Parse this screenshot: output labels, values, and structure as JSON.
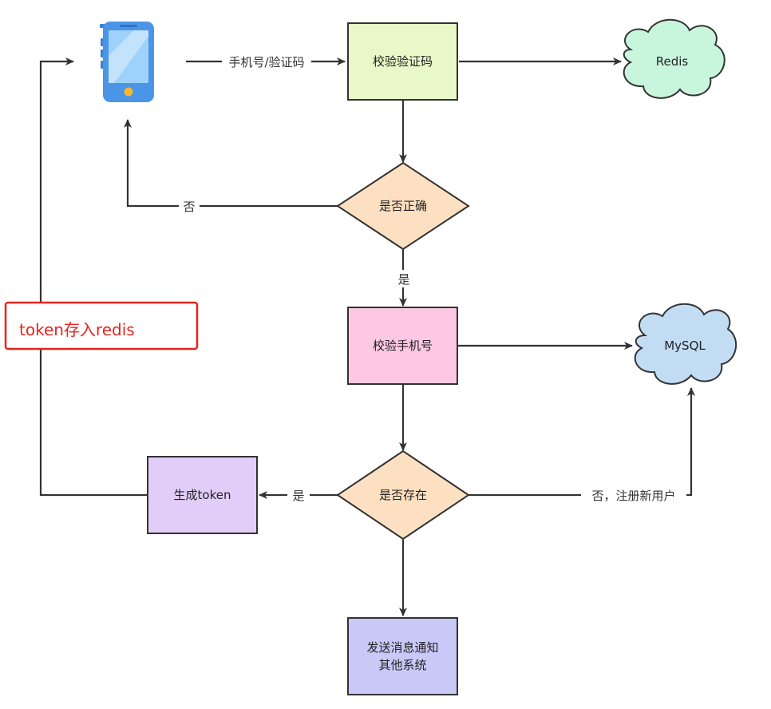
{
  "nodes": {
    "verify_code": "校验验证码",
    "redis": "Redis",
    "is_correct": "是否正确",
    "verify_phone": "校验手机号",
    "mysql": "MySQL",
    "exists": "是否存在",
    "gen_token": "生成token",
    "notify_line1": "发送消息通知",
    "notify_line2": "其他系统"
  },
  "edges": {
    "phone_code": "手机号/验证码",
    "no_back": "否",
    "yes_down": "是",
    "yes_left": "是",
    "no_register": "否，注册新用户"
  },
  "annotation": "token存入redis",
  "colors": {
    "verify_code": "#e8f8c8",
    "redis": "#c8f6dc",
    "decision": "#fde0c2",
    "verify_phone": "#fcc8e4",
    "mysql": "#c2dcf4",
    "gen_token": "#e2cdf8",
    "notify": "#c9c9f8",
    "annotation": "#e8231f",
    "stroke": "#333333",
    "phone_body": "#4a95e6",
    "phone_screen": "#9fd2fb",
    "phone_button": "#f7b530"
  },
  "icons": {
    "phone": "smartphone-icon"
  }
}
